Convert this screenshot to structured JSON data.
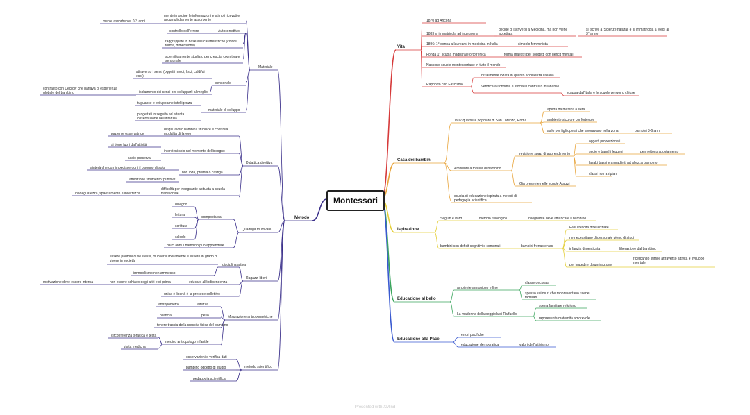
{
  "center": "Montessori",
  "footer": "Presented with XMind",
  "colors": {
    "vita": "#d63a3a",
    "casa": "#e8a43a",
    "ispirazione": "#e4cf3a",
    "bello": "#3aa55c",
    "pace": "#3a5ad0",
    "metodo": "#3a2f8a",
    "center_border": "#222222"
  },
  "right": {
    "vita": {
      "label": "Vita",
      "items": [
        "1870 ad Ancona",
        "1883 si immatricola ad ingegneria",
        "decide di iscriversi a Medicina, ma non viene accettata",
        "si iscrive a 'Scienze naturali e si immatricola a Med. al 3° anno",
        "1896: 1° donna a laurearsi in medicina in Italia",
        "simbolo femminista",
        "Fonda 1° scuola magistrale ortofrenica",
        "forma maestri per soggetti con deficit mentali",
        "Nascono scuole montessoriane in tutto il mondo",
        "Rapporto con Fascismo",
        "inizialmente lodata in quanto eccellenza italiana",
        "Ivendica autonomia e sfocia in contrasto insanabile",
        "scappa dall'Italia e le scuole vengono chiuse"
      ]
    },
    "casa": {
      "label": "Casa dei bambini",
      "items": [
        "1907 quartiere popolare di San Lorenzo, Roma",
        "aperta da mattina a sera",
        "ambiente sicuro e confortevole",
        "asilo per figli operai che lavoravano nella zona",
        "bambini 3-6 anni",
        "Ambiente a misura di bambino",
        "revisione spazi di apprendimento",
        "oggetti proporzionati",
        "sedie e banchi leggeri",
        "permettono spostamento",
        "lavabi bassi e armadietti ad altezza bambino",
        "classi non a ripiani",
        "Gia presente nelle scuole Agazzi",
        "scuola di educazione ispirata a metodi di pedagogia scientifica"
      ]
    },
    "ispirazione": {
      "label": "Ispirazione",
      "items": [
        "Séguin e Itard",
        "metodo fisiologico",
        "insegnante deve affiancare il bambino",
        "bambini con deficit cognitivi e comunali",
        "bambini frenasteniaci",
        "Fasi crescita differenziate",
        "ne necessitano di personale pieno di studi",
        "infanzia dimenticata",
        "liberazione dal bambino",
        "per impedire disuminazione",
        "ricercando stimoli attraverso attività e sviluppo mentale"
      ]
    },
    "bello": {
      "label": "Educazione al bello",
      "items": [
        "ambiente armonioso e fine",
        "classe decorata",
        "spesso sui muri che rappresentano scene familiari",
        "La madonna della seggiola di Raffaello",
        "scena familiare religioso",
        "rappresenta maternità amorevole"
      ]
    },
    "pace": {
      "label": "Educazione alla Pace",
      "items": [
        "errori pacifiche",
        "educazione democratica",
        "valori dell'attivismo"
      ]
    }
  },
  "left": {
    "metodo": {
      "label": "Metodo",
      "materiale": {
        "label": "Materiale",
        "items": [
          "mente assorbente: 0-3 anni",
          "mente in ordine le informazioni e stimoli ricevuti e accumuli da mente assorbente",
          "controllo dell'errore",
          "Autocorrettivo",
          "raggruppate in base alle caratteristiche (colore, forma, dimensione)",
          "scientificamente studiato per crescita cognitiva e sensoriale",
          "attraverso i sensi (oggetti ruvidi, lisci, caldi/ai ecc.)",
          "sensoriale",
          "contrasto con Decroly che parlava di esperienza globale del bambino",
          "isolamento dei sensi per svilupparli al meglio",
          "tuguance e svilupparne intelligenza",
          "materiale di sviluppo",
          "progettati in seguito ad attenta osservazione dell'infanzia"
        ]
      },
      "didattica": {
        "label": "Didattica direttiva",
        "items": [
          "dirigiil lavoro bambini, stupisce e controlla modalità di lavoro",
          "paziente osservatrice",
          "si tiene fuori dall'attività",
          "intervieni solo nel momento del bisogno",
          "sadio preserva",
          "aiuterà che con impedisce ogni il bisogno di solo",
          "non loda, premia o castiga",
          "attenzione strumento 'punitivo'",
          "difficoltà per insegnante abituata a scuola tradizionale",
          "inadeguatezza, spaesamento e incertezza"
        ]
      },
      "quadriga": {
        "label": "Quadriga triumvale",
        "items": [
          "disegno",
          "lettura",
          "scrittura",
          "calcolo",
          "composta da",
          "dai 5 anni il bambino può apprendere"
        ]
      },
      "liberi": {
        "label": "Ragazzi liberi",
        "items": [
          "essere padroni di se stessi, muoversi liberamente e essere in grado di vivere in società",
          "disciplina attiva",
          "immobilismo non ammesso",
          "non essere schiavo degli altri e di prima",
          "educare all'indipendenza",
          "motivazione deve essere interna",
          "unica è libertà è la precede collettivo"
        ]
      },
      "misurazione": {
        "label": "Misurazione antropometriche",
        "items": [
          "antropometro",
          "altezza",
          "bilancia",
          "peso",
          "tenere traccia della crescita fisica del bambino",
          "circonferenza toracica e testa",
          "medico antropologo infantile",
          "visita medicha"
        ]
      },
      "scientifico": {
        "label": "metodo scientifico",
        "items": [
          "osservazioni e verifica dati",
          "bambino oggetto di studio",
          "pedagogia scientifica"
        ]
      }
    }
  }
}
